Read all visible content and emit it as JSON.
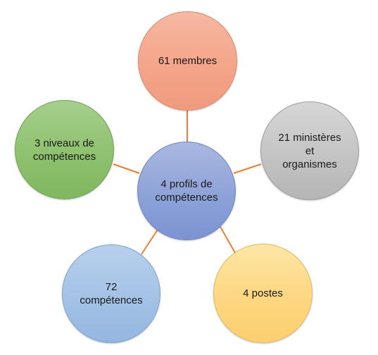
{
  "diagram": {
    "center": {
      "label": "4 profils de compétences"
    },
    "nodes": [
      {
        "label": "61 membres",
        "color": "#f4a58a"
      },
      {
        "label": "21 ministères et organismes",
        "color": "#c4c4c4"
      },
      {
        "label": "4 postes",
        "color": "#fdd781"
      },
      {
        "label": "72 compétences",
        "color": "#a4c2e6"
      },
      {
        "label": "3 niveaux de compétences",
        "color": "#8fc16f"
      }
    ],
    "center_color": "#8da2d8",
    "connector_color": "#ed7d31"
  }
}
